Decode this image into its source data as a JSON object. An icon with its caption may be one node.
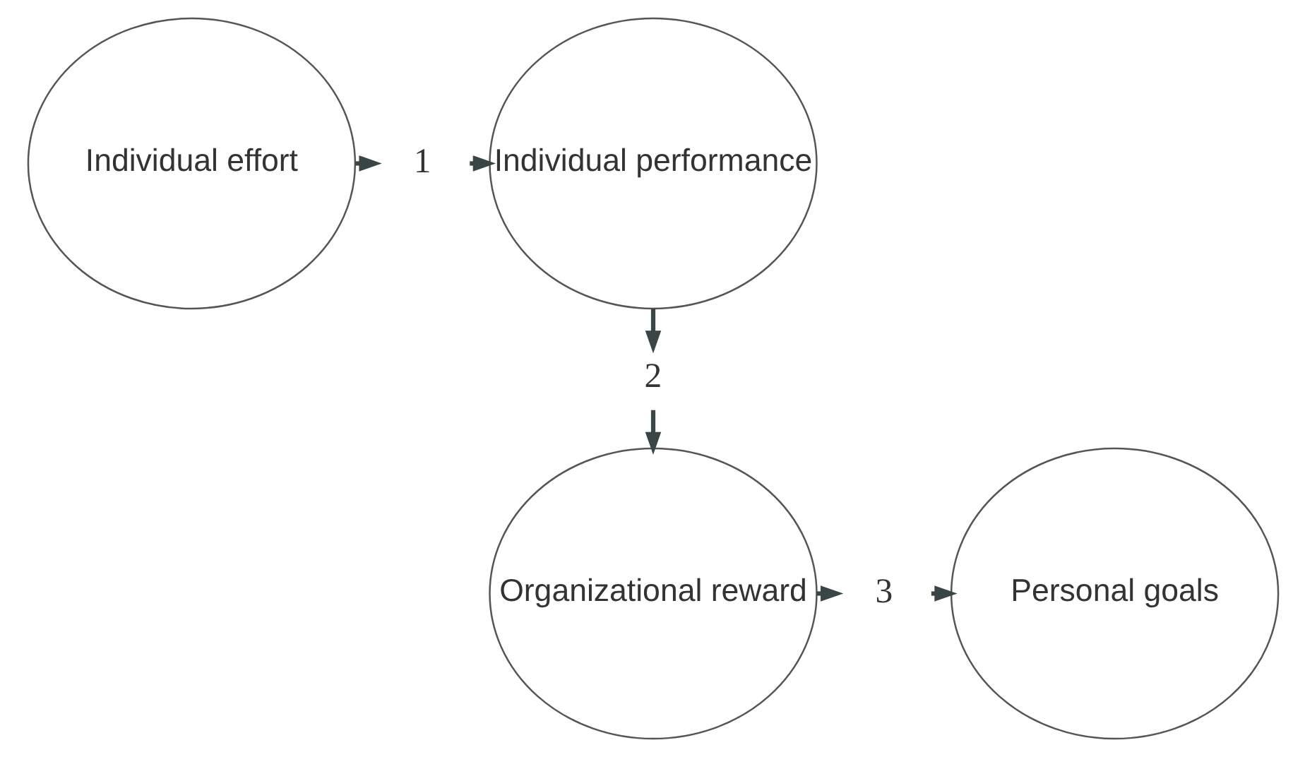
{
  "diagram": {
    "nodes": [
      {
        "text": [
          "Individual effort"
        ]
      },
      {
        "text": [
          "Individual performance"
        ]
      },
      {
        "text": [
          "Organizational reward"
        ]
      },
      {
        "text": [
          "Personal goals"
        ]
      },
      {
        "text": [
          "1"
        ]
      },
      {
        "text": [
          "2"
        ]
      },
      {
        "text": [
          "3"
        ]
      }
    ],
    "edges": [
      {
        "from": 0,
        "to": 4,
        "arrow": "to"
      },
      {
        "from": 4,
        "to": 1,
        "arrow": "to"
      },
      {
        "from": 1,
        "to": 5,
        "arrow": "to"
      },
      {
        "from": 5,
        "to": 2,
        "arrow": "to"
      },
      {
        "from": 2,
        "to": 6,
        "arrow": "to"
      },
      {
        "from": 6,
        "to": 3,
        "arrow": "to"
      }
    ]
  }
}
